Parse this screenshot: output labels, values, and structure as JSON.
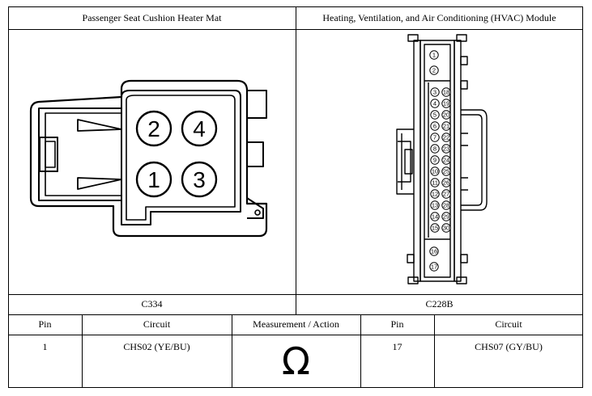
{
  "panels": {
    "left_title": "Passenger Seat Cushion Heater Mat",
    "right_title": "Heating, Ventilation, and Air Conditioning (HVAC) Module",
    "left_connector": "C334",
    "right_connector": "C228B"
  },
  "left_connector_pins": [
    "2",
    "4",
    "1",
    "3"
  ],
  "right_connector_pins": {
    "top": [
      "1",
      "2"
    ],
    "grid_left": [
      "3",
      "4",
      "5",
      "6",
      "7",
      "8",
      "9",
      "10",
      "11",
      "12",
      "13",
      "14",
      "15"
    ],
    "grid_right": [
      "18",
      "19",
      "20",
      "21",
      "22",
      "23",
      "24",
      "25",
      "26",
      "27",
      "28",
      "29",
      "30"
    ],
    "bottom": [
      "16",
      "17"
    ]
  },
  "table": {
    "headers": [
      "Pin",
      "Circuit",
      "Measurement / Action",
      "Pin",
      "Circuit"
    ],
    "row": {
      "pin_a": "1",
      "circuit_a": "CHS02 (YE/BU)",
      "measurement": "Ω",
      "pin_b": "17",
      "circuit_b": "CHS07 (GY/BU)"
    }
  }
}
